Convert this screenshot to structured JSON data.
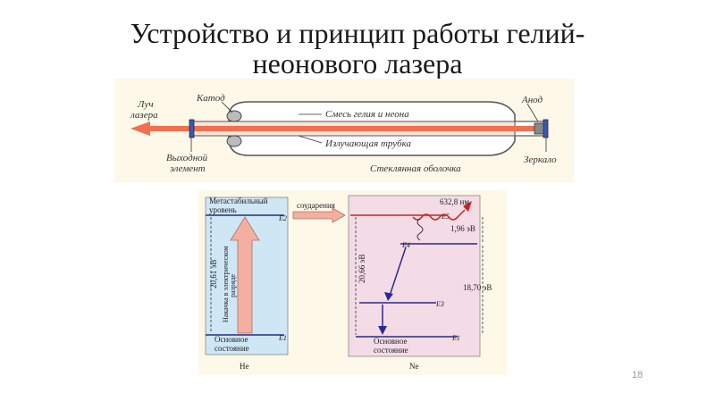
{
  "title_line1": "Устройство и принцип работы гелий-",
  "title_line2": "неонового лазера",
  "laser": {
    "beam": "Луч лазера",
    "beam_l1": "Луч",
    "beam_l2": "лазера",
    "cathode": "Катод",
    "anode": "Анод",
    "gas": "Смесь гелия и неона",
    "tube": "Излучающая трубка",
    "output_l1": "Выходной",
    "output_l2": "элемент",
    "shell": "Стеклянная оболочка",
    "mirror": "Зеркало"
  },
  "levels": {
    "metastable_l1": "Метастабильный",
    "metastable_l2": "уровень",
    "collisions": "соударения",
    "pump_l1": "Накачка в электрическом",
    "pump_l2": "разряде",
    "he_energy": "20,61 эВ",
    "ne_energy": "20,66 эВ",
    "wavelength": "632,8 нм",
    "gap_upper": "1,96 эВ",
    "gap_lower": "18,70 эВ",
    "ground_he_l1": "Основное",
    "ground_he_l2": "состояние",
    "ground_ne_l1": "Основное",
    "ground_ne_l2": "состояние",
    "he": "He",
    "ne": "Ne",
    "E1": "E1",
    "E2": "E2",
    "E3": "E3",
    "E4": "E4",
    "E5": "E5"
  },
  "slide_number": "18",
  "colors": {
    "beam": "#f07050",
    "he_bg": "#cfe6f5",
    "ne_bg": "#f3dce6",
    "panel_bg": "#fdf8e8",
    "level_red": "#cc2222",
    "level_blue": "#2a2a80"
  }
}
